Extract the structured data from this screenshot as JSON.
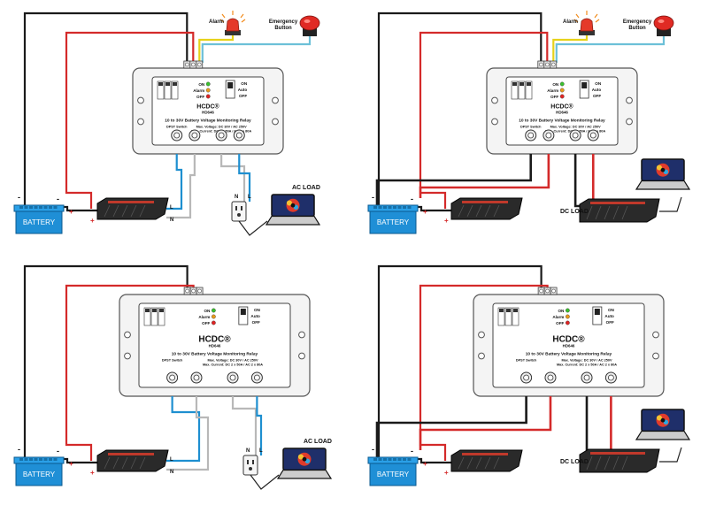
{
  "colors": {
    "wire_black": "#1a1a1a",
    "wire_red": "#d42a2a",
    "wire_blue": "#1e8fd0",
    "wire_gray": "#b8b8b8",
    "wire_yellow": "#e6d21a",
    "wire_teal": "#6cc0d8",
    "battery": "#1f8fd6",
    "inverter": "#2a2a2a",
    "led_green": "#39c12d",
    "led_orange": "#e89a1c",
    "led_red": "#e02424",
    "laptop_screen": "#1f2f6a"
  },
  "panels": [
    {
      "variant": "alarm-ac",
      "alarm_label": "Alarm",
      "emergency_label": "Emergency\nButton",
      "battery_label": "BATTERY",
      "minus": "-",
      "plus": "+",
      "load_label": "AC LOAD",
      "L": "L",
      "N": "N",
      "relay": {
        "brand": "HCDC®",
        "model": "HD646",
        "title": "10 to 30V Battery Voltage Monitoring Relay",
        "spec_a": "DPST Switch",
        "spec_b": "Max. Voltage: DC 30V / AC 250V",
        "spec_c": "Max. Current: DC 2 x 50A / AC 2 x 80A",
        "on": "ON",
        "alarm": "Alarm",
        "off": "OFF",
        "sw_on": "ON",
        "sw_auto": "Auto",
        "sw_off": "OFF"
      }
    },
    {
      "variant": "alarm-dc",
      "alarm_label": "Alarm",
      "emergency_label": "Emergency\nButton",
      "battery_label": "BATTERY",
      "minus": "-",
      "plus": "+",
      "load_label": "DC LOAD",
      "relay": {
        "brand": "HCDC®",
        "model": "HD646",
        "title": "10 to 30V Battery Voltage Monitoring Relay",
        "spec_a": "DPST Switch",
        "spec_b": "Max. Voltage: DC 30V / AC 250V",
        "spec_c": "Max. Current: DC 2 x 50A / AC 2 x 80A",
        "on": "ON",
        "alarm": "Alarm",
        "off": "OFF",
        "sw_on": "ON",
        "sw_auto": "Auto",
        "sw_off": "OFF"
      }
    },
    {
      "variant": "plain-ac",
      "battery_label": "BATTERY",
      "minus": "-",
      "plus": "+",
      "load_label": "AC LOAD",
      "L": "L",
      "N": "N",
      "relay": {
        "brand": "HCDC®",
        "model": "HD646",
        "title": "10 to 30V Battery Voltage Monitoring Relay",
        "spec_a": "DPST Switch",
        "spec_b": "Max. Voltage: DC 30V / AC 250V",
        "spec_c": "Max. Current: DC 2 x 50A / AC 2 x 80A",
        "on": "ON",
        "alarm": "Alarm",
        "off": "OFF",
        "sw_on": "ON",
        "sw_auto": "Auto",
        "sw_off": "OFF"
      }
    },
    {
      "variant": "plain-dc",
      "battery_label": "BATTERY",
      "minus": "-",
      "plus": "+",
      "load_label": "DC LOAD",
      "relay": {
        "brand": "HCDC®",
        "model": "HD646",
        "title": "10 to 30V Battery Voltage Monitoring Relay",
        "spec_a": "DPST Switch",
        "spec_b": "Max. Voltage: DC 30V / AC 250V",
        "spec_c": "Max. Current: DC 2 x 50A / AC 2 x 80A",
        "on": "ON",
        "alarm": "Alarm",
        "off": "OFF",
        "sw_on": "ON",
        "sw_auto": "Auto",
        "sw_off": "OFF"
      }
    }
  ]
}
